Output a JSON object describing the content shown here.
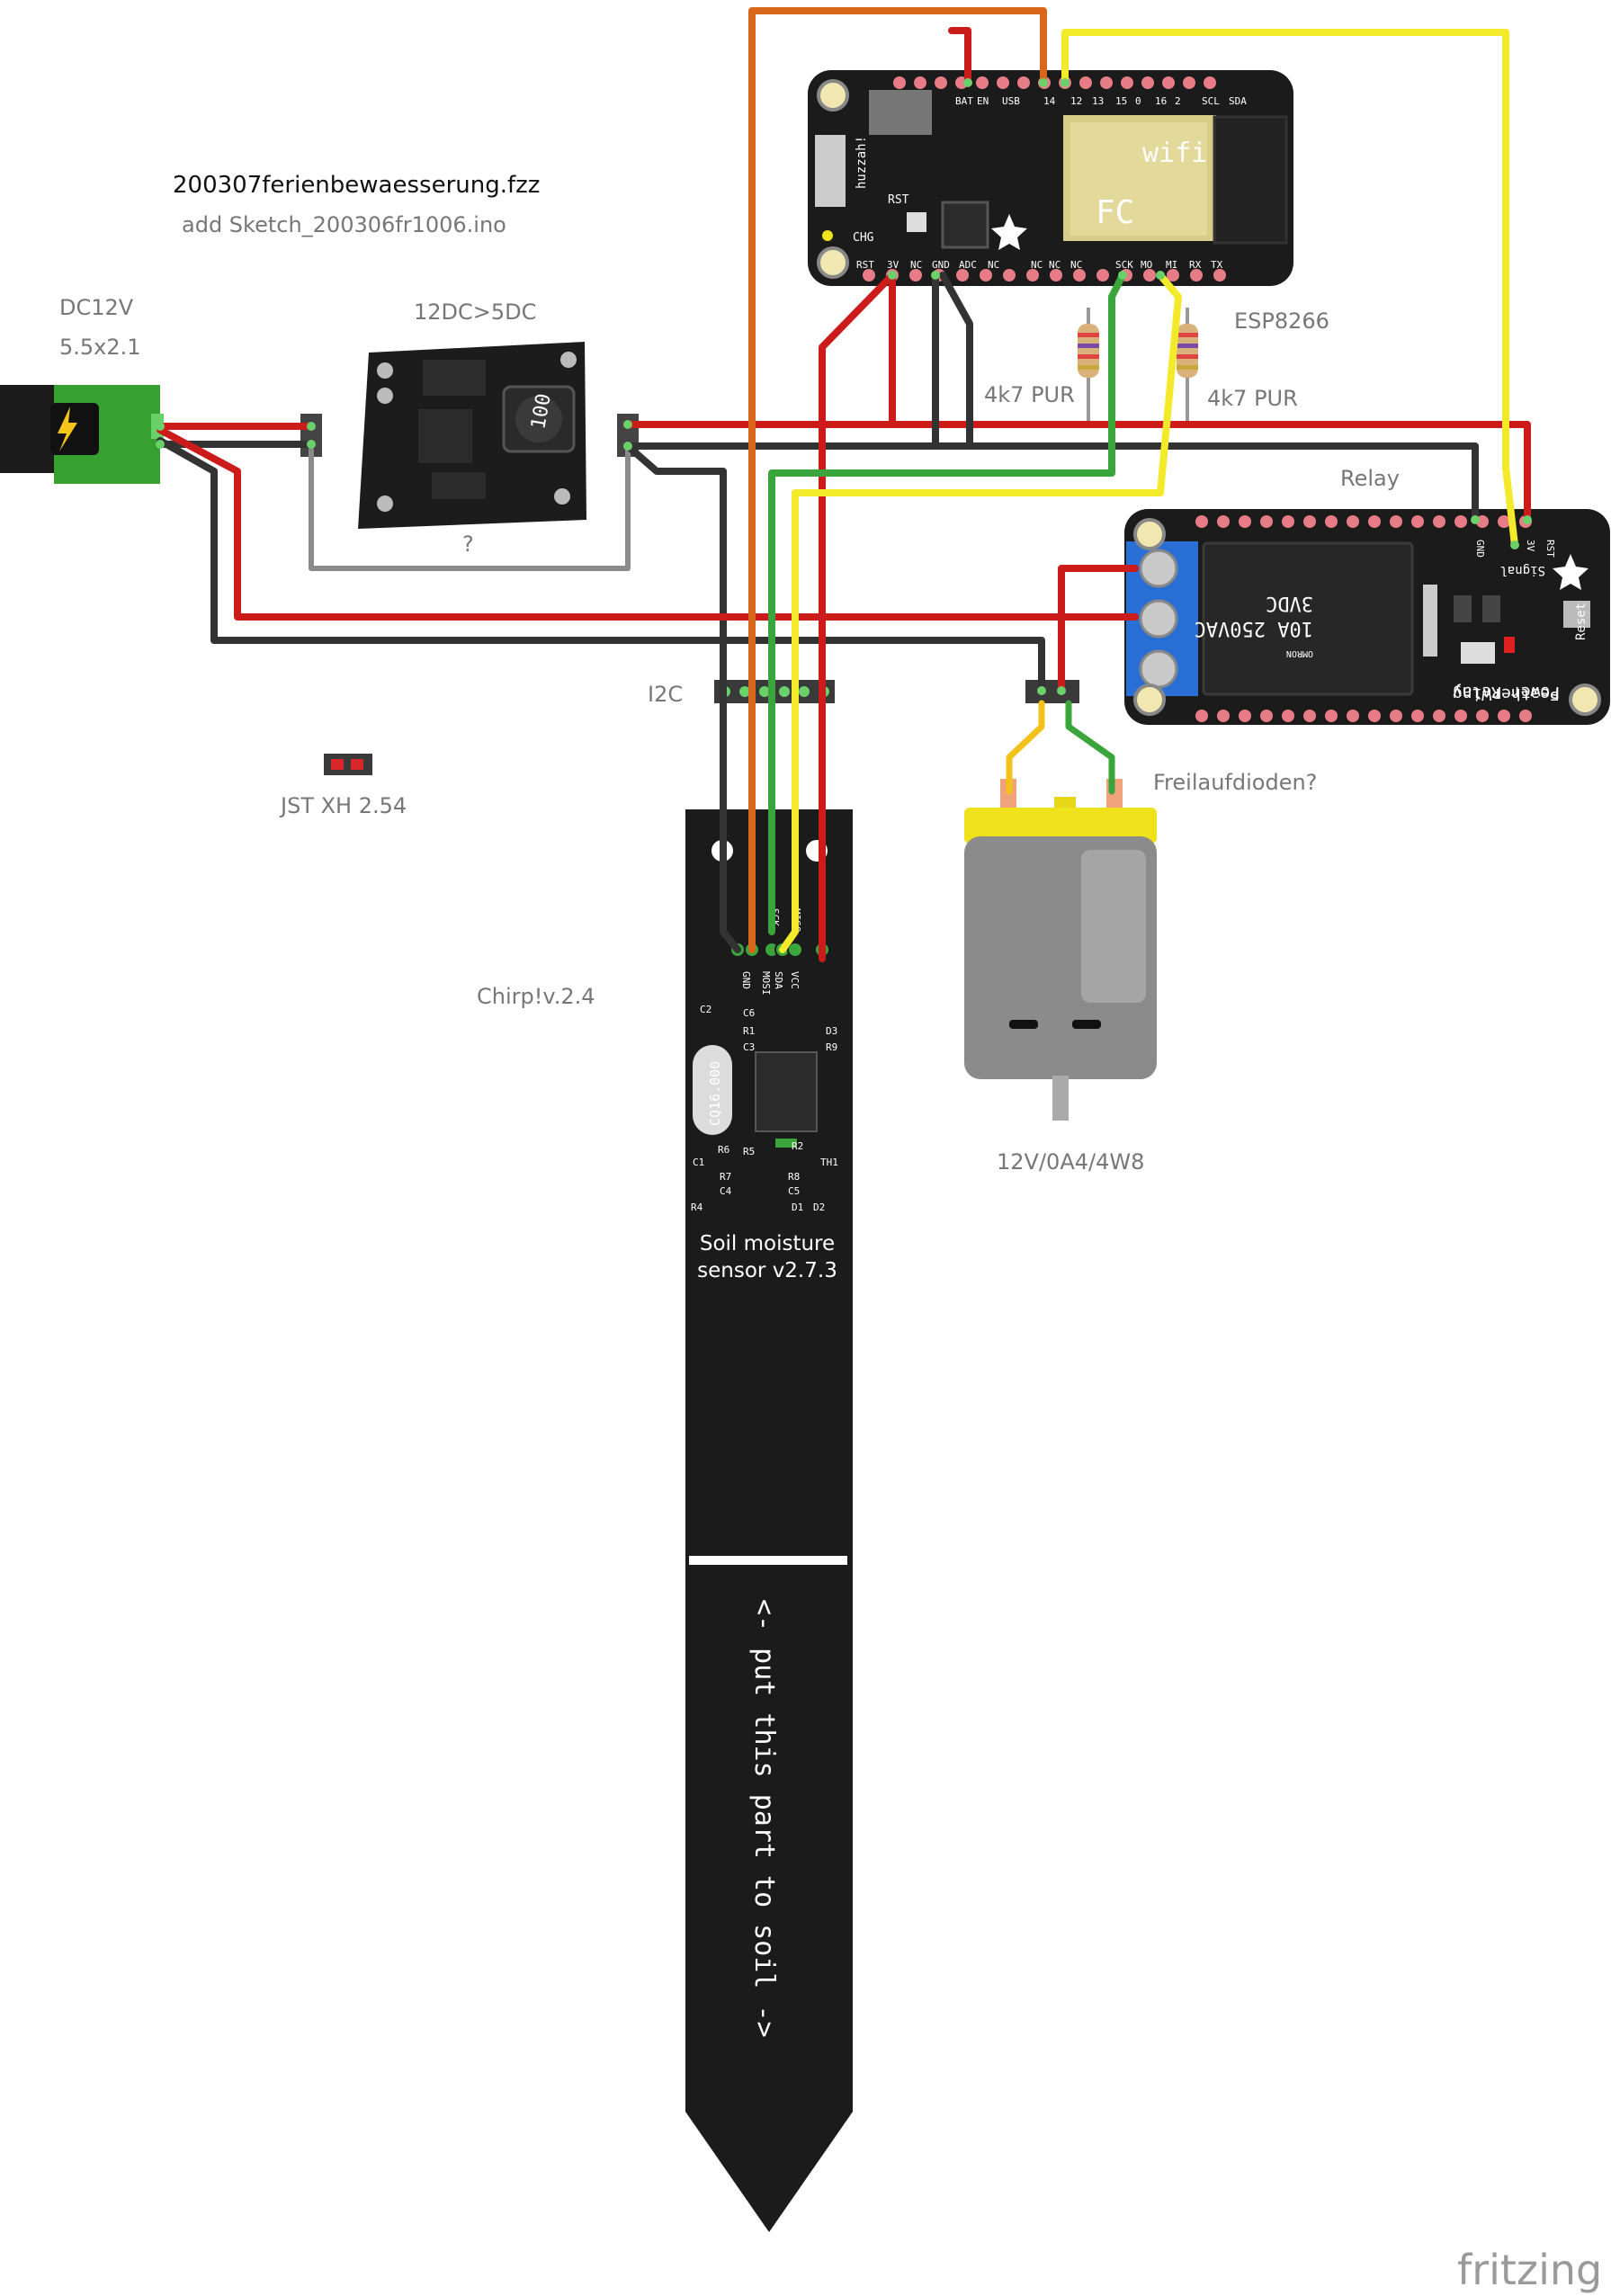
{
  "header": {
    "file_name": "200307ferienbewaesserung.fzz",
    "sketch_note": "add Sketch_200306fr1006.ino"
  },
  "labels": {
    "dc_jack_line1": "DC12V",
    "dc_jack_line2": "5.5x2.1",
    "converter": "12DC>5DC",
    "converter_note": "?",
    "esp": "ESP8266",
    "pullup_1": "4k7 PUR",
    "pullup_2": "4k7 PUR",
    "relay": "Relay",
    "i2c": "I2C",
    "jst": "JST XH 2.54",
    "freilauf": "Freilaufdioden?",
    "chirp": "Chirp!v.2.4",
    "motor": "12V/0A4/4W8",
    "watermark": "fritzing"
  },
  "esp_board": {
    "top_pins": [
      "BAT",
      "EN",
      "USB",
      "14",
      "12",
      "13",
      "15",
      "0",
      "16",
      "2",
      "SCL",
      "SDA"
    ],
    "bottom_pins": [
      "RST",
      "3V",
      "NC",
      "GND",
      "ADC",
      "NC",
      "NC",
      "NC",
      "NC",
      "SCK",
      "MO",
      "MI",
      "RX",
      "TX"
    ],
    "silk_huzzah": "huzzah!",
    "silk_rst": "RST",
    "silk_chg": "CHG",
    "silk_wifi": "wifi",
    "silk_fc": "FC"
  },
  "relay_board": {
    "pins": [
      "GND",
      "3V",
      "RST"
    ],
    "signal": "Signal",
    "reset": "Reset",
    "relay_rating_1": "3VDC",
    "relay_rating_2": "10A 250VAC",
    "silk_line1": "Power Relay",
    "silk_line2": "FeatherWing",
    "relay_brand": "OMRON"
  },
  "converter_chip": {
    "inductor": "100"
  },
  "sensor": {
    "pins": [
      "GND",
      "MOSI",
      "SCK",
      "MISO",
      "SDA",
      "VCC"
    ],
    "crystal": "CQ16.000",
    "name_line1": "Soil moisture",
    "name_line2": "sensor v2.7.3",
    "instruction": "<- put this part to soil ->",
    "parts": [
      "C2",
      "C6",
      "R1",
      "D3",
      "C3",
      "R9",
      "R5",
      "R2",
      "C1",
      "R7",
      "R8",
      "C4",
      "C5",
      "R4",
      "D1",
      "D2",
      "R6",
      "TH1"
    ]
  },
  "colors": {
    "wire_red": "#cc1b1b",
    "wire_black": "#333333",
    "wire_orange": "#d8661b",
    "wire_green": "#3aa53a",
    "wire_yellow": "#f2ea2a",
    "wire_gray": "#8a8a8a",
    "board_black": "#1b1b1b",
    "pin_pink": "#e87c86",
    "motor_gray": "#8b8b8b",
    "motor_yellow": "#f0e21a",
    "terminal_blue": "#2a6fd6",
    "pcb_green": "#36a030"
  }
}
